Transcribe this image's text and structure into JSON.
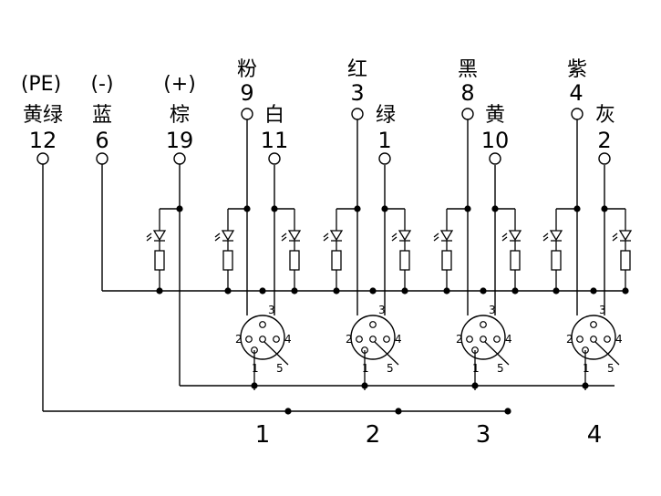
{
  "terminals": [
    {
      "name_line1": "(PE)",
      "color": "黄绿",
      "number": "12"
    },
    {
      "name_line1": "(-)",
      "color": "蓝",
      "number": "6"
    },
    {
      "name_line1": "(+)",
      "color": "棕",
      "number": "19"
    },
    {
      "top_color": "粉",
      "top_number": "9",
      "bottom_color": "白",
      "bottom_number": "11"
    },
    {
      "top_color": "红",
      "top_number": "3",
      "bottom_color": "绿",
      "bottom_number": "1"
    },
    {
      "top_color": "黑",
      "top_number": "8",
      "bottom_color": "黄",
      "bottom_number": "10"
    },
    {
      "top_color": "紫",
      "top_number": "4",
      "bottom_color": "灰",
      "bottom_number": "2"
    }
  ],
  "connector_pins": [
    "1",
    "2",
    "3",
    "4",
    "5"
  ],
  "ports": [
    "1",
    "2",
    "3",
    "4"
  ],
  "line_color": "#000000"
}
